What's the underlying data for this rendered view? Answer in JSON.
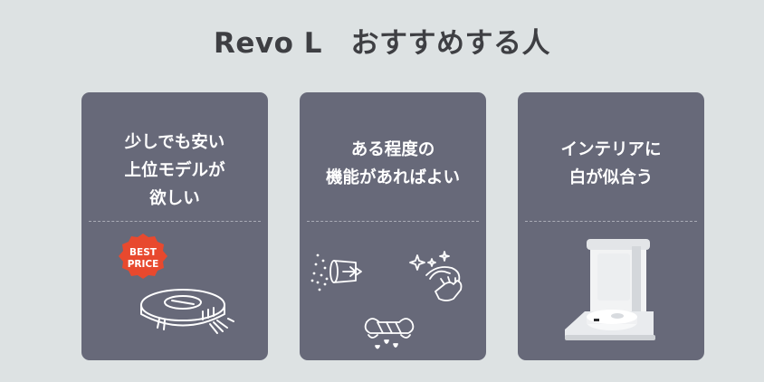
{
  "title": "Revo L　おすすめする人",
  "cards": [
    {
      "lines": [
        "少しでも安い",
        "上位モデルが",
        "欲しい"
      ],
      "badge": {
        "line1": "BEST",
        "line2": "PRICE",
        "color": "#e8492e"
      }
    },
    {
      "lines": [
        "ある程度の",
        "機能があればよい"
      ]
    },
    {
      "lines": [
        "インテリアに",
        "白が似合う"
      ]
    }
  ],
  "colors": {
    "background": "#dde2e3",
    "card": "#676979",
    "title": "#3e3f43"
  }
}
